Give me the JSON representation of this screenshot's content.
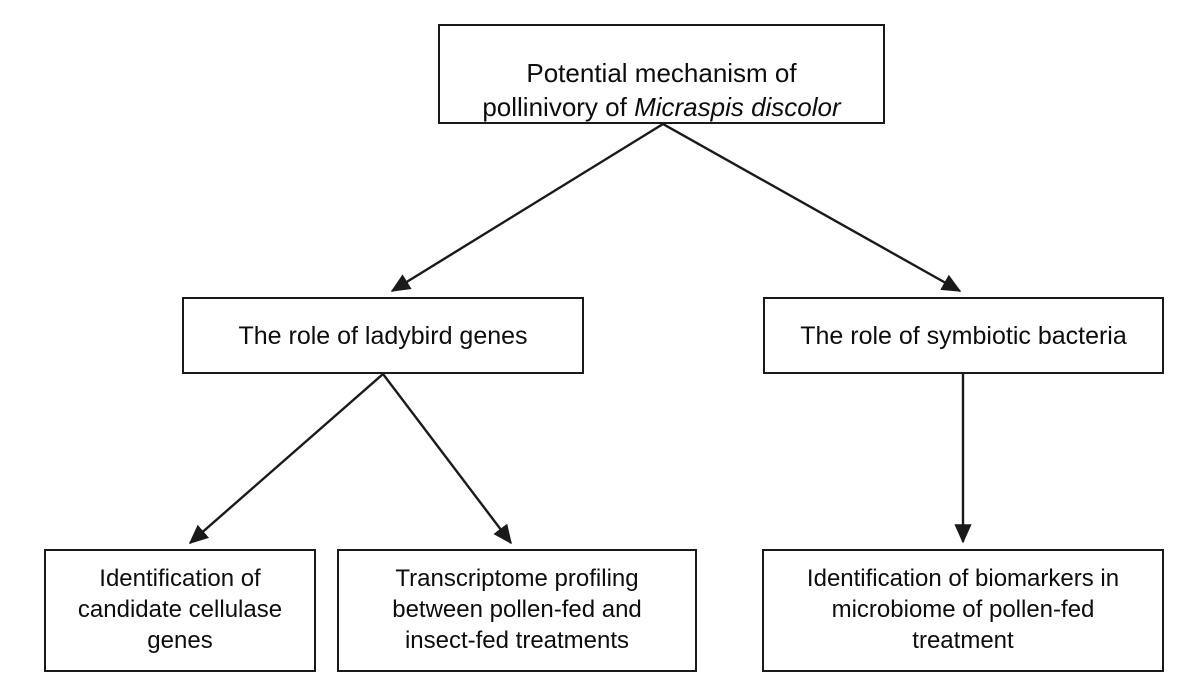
{
  "diagram": {
    "title": "Potential mechanism of pollinivory of Micraspis discolor flowchart",
    "type": "flowchart",
    "background_color": "#ffffff",
    "line_color": "#1a1a1a",
    "text_color": "#0d0d0d",
    "nodes": [
      {
        "id": "root",
        "level": 0,
        "text": "Potential mechanism of\npollinivory of ",
        "italic_text": "Micraspis discolor",
        "full_text": "Potential mechanism of pollinivory of Micraspis discolor"
      },
      {
        "id": "genes",
        "level": 1,
        "text": "The role of ladybird genes"
      },
      {
        "id": "bacteria",
        "level": 1,
        "text": "The role of symbiotic bacteria"
      },
      {
        "id": "cellulase",
        "level": 2,
        "text": "Identification of\ncandidate cellulase\ngenes"
      },
      {
        "id": "transcriptome",
        "level": 2,
        "text": "Transcriptome profiling\nbetween pollen-fed and\ninsect-fed treatments"
      },
      {
        "id": "biomarkers",
        "level": 2,
        "text": "Identification of biomarkers in\nmicrobiome of pollen-fed\ntreatment"
      }
    ],
    "edges": [
      {
        "id": "root-to-genes",
        "from": "root",
        "to": "genes",
        "style": "arrow"
      },
      {
        "id": "root-to-bacteria",
        "from": "root",
        "to": "bacteria",
        "style": "arrow"
      },
      {
        "id": "genes-to-cellulase",
        "from": "genes",
        "to": "cellulase",
        "style": "arrow"
      },
      {
        "id": "genes-to-transcriptome",
        "from": "genes",
        "to": "transcriptome",
        "style": "arrow"
      },
      {
        "id": "bacteria-to-biomarkers",
        "from": "bacteria",
        "to": "biomarkers",
        "style": "arrow"
      }
    ]
  }
}
